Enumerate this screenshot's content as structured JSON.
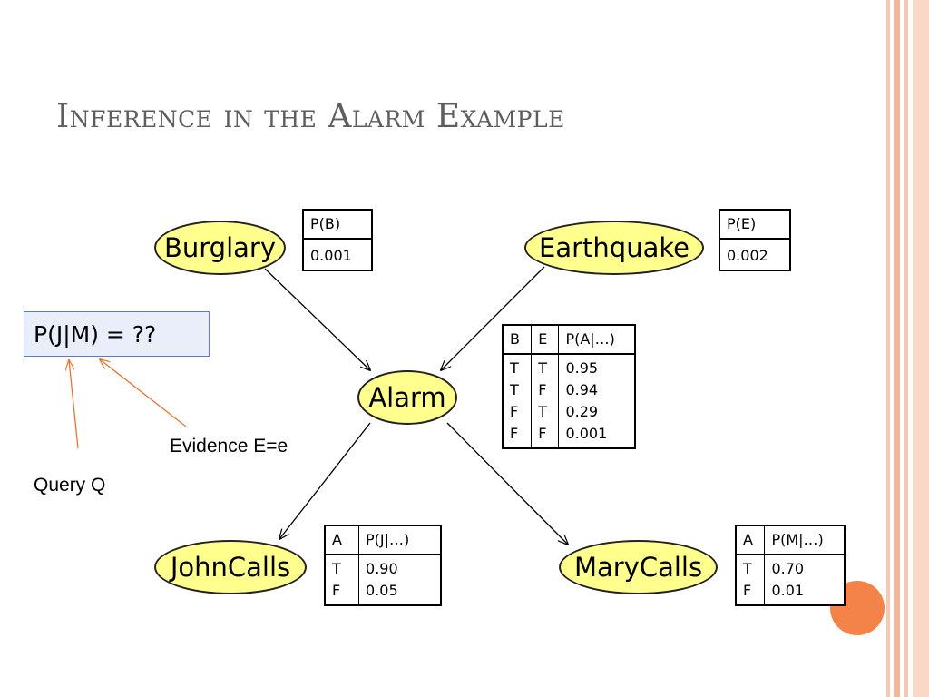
{
  "title": "Inference in the Alarm Example",
  "query_expression": "P(J|M) = ??",
  "labels": {
    "evidence": "Evidence E=e",
    "query": "Query Q"
  },
  "nodes": {
    "burglary": "Burglary",
    "earthquake": "Earthquake",
    "alarm": "Alarm",
    "johncalls": "JohnCalls",
    "marycalls": "MaryCalls"
  },
  "cpt_burglary": {
    "header": "P(B)",
    "value": "0.001"
  },
  "cpt_earthquake": {
    "header": "P(E)",
    "value": "0.002"
  },
  "cpt_alarm": {
    "headers": [
      "B",
      "E",
      "P(A|…)"
    ],
    "col_b": "T\nT\nF\nF",
    "col_e": "T\nF\nT\nF",
    "col_p": "0.95\n0.94\n0.29\n0.001"
  },
  "cpt_john": {
    "headers": [
      "A",
      "P(J|…)"
    ],
    "col_a": "T\nF",
    "col_p": "0.90\n0.05"
  },
  "cpt_mary": {
    "headers": [
      "A",
      "P(M|…)"
    ],
    "col_a": "T\nF",
    "col_p": "0.70\n0.01"
  },
  "colors": {
    "node_fill": "#ffff8e",
    "query_box_fill": "#e9eefa",
    "query_box_border": "#5a7ac8",
    "annotation_arrow": "#e8743a",
    "accent_circle": "#f4834a",
    "title": "#5e5e5e"
  }
}
